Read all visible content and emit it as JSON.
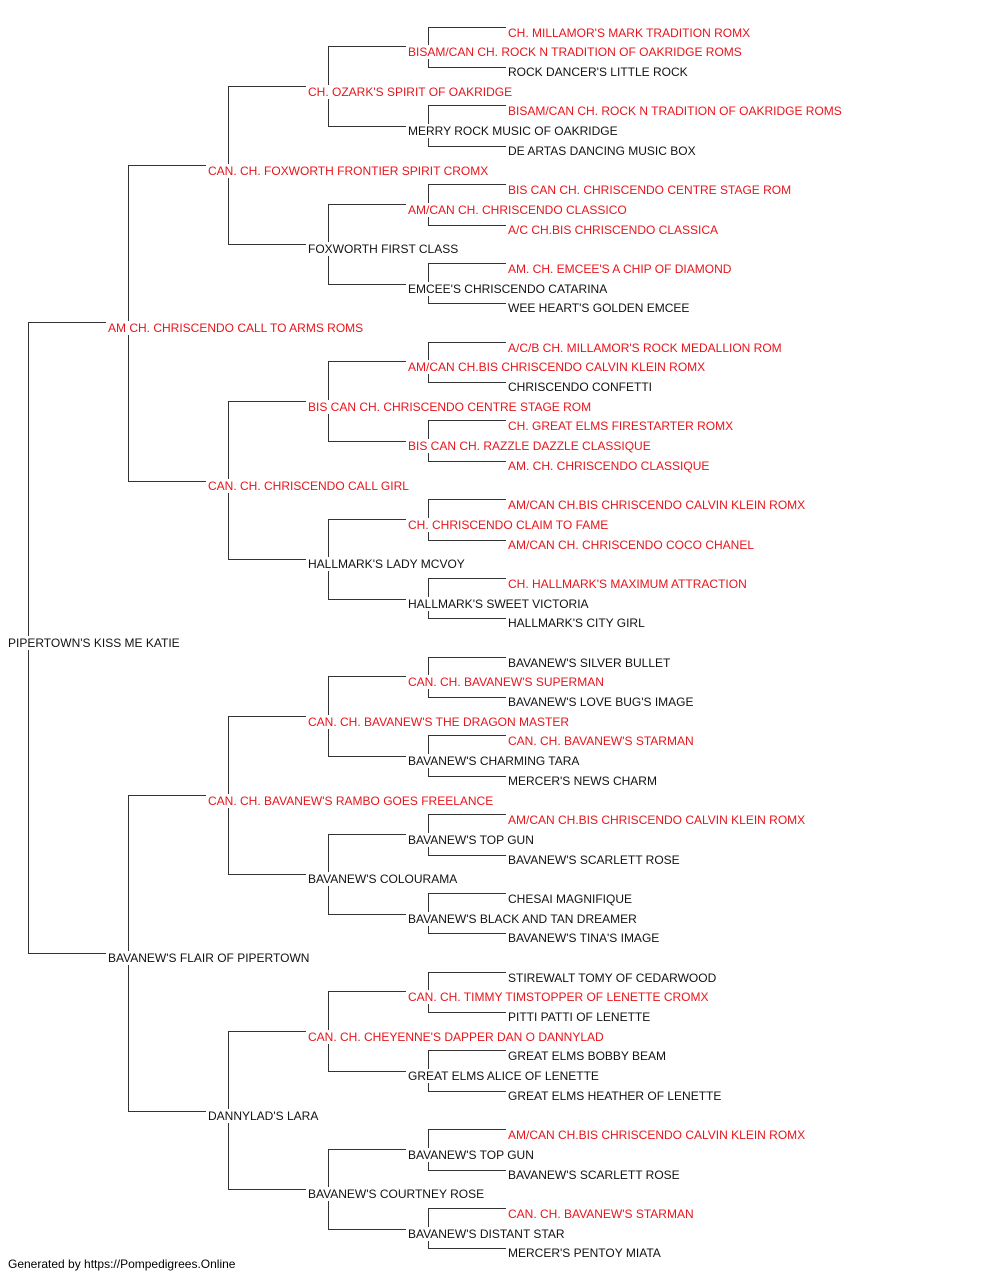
{
  "colors": {
    "champion": "#e8141b",
    "regular": "#111111",
    "line": "#333333"
  },
  "footer": "Generated by https://Pompedigrees.Online",
  "pedigree": {
    "name": "PIPERTOWN'S KISS ME KATIE",
    "champion": false,
    "sire": {
      "name": "AM CH. CHRISCENDO CALL TO ARMS ROMS",
      "champion": true,
      "sire": {
        "name": "CAN. CH. FOXWORTH FRONTIER SPIRIT CROMX",
        "champion": true,
        "sire": {
          "name": "CH. OZARK'S SPIRIT OF OAKRIDGE",
          "champion": true,
          "sire": {
            "name": "BISAM/CAN CH. ROCK N TRADITION OF OAKRIDGE ROMS",
            "champion": true,
            "sire": {
              "name": "CH. MILLAMOR'S MARK TRADITION ROMX",
              "champion": true
            },
            "dam": {
              "name": "ROCK DANCER'S LITTLE ROCK",
              "champion": false
            }
          },
          "dam": {
            "name": "MERRY ROCK MUSIC OF OAKRIDGE",
            "champion": false,
            "sire": {
              "name": "BISAM/CAN CH. ROCK N TRADITION OF OAKRIDGE ROMS",
              "champion": true
            },
            "dam": {
              "name": "DE ARTAS DANCING MUSIC BOX",
              "champion": false
            }
          }
        },
        "dam": {
          "name": "FOXWORTH FIRST CLASS",
          "champion": false,
          "sire": {
            "name": "AM/CAN CH. CHRISCENDO CLASSICO",
            "champion": true,
            "sire": {
              "name": "BIS CAN CH. CHRISCENDO CENTRE STAGE ROM",
              "champion": true
            },
            "dam": {
              "name": "A/C CH.BIS CHRISCENDO CLASSICA",
              "champion": true
            }
          },
          "dam": {
            "name": "EMCEE'S CHRISCENDO CATARINA",
            "champion": false,
            "sire": {
              "name": "AM. CH. EMCEE'S A CHIP OF DIAMOND",
              "champion": true
            },
            "dam": {
              "name": "WEE HEART'S GOLDEN EMCEE",
              "champion": false
            }
          }
        }
      },
      "dam": {
        "name": "CAN. CH. CHRISCENDO CALL GIRL",
        "champion": true,
        "sire": {
          "name": "BIS CAN CH. CHRISCENDO CENTRE STAGE ROM",
          "champion": true,
          "sire": {
            "name": "AM/CAN CH.BIS CHRISCENDO CALVIN KLEIN ROMX",
            "champion": true,
            "sire": {
              "name": "A/C/B CH. MILLAMOR'S ROCK MEDALLION ROM",
              "champion": true
            },
            "dam": {
              "name": "CHRISCENDO CONFETTI",
              "champion": false
            }
          },
          "dam": {
            "name": "BIS CAN CH. RAZZLE DAZZLE CLASSIQUE",
            "champion": true,
            "sire": {
              "name": "CH. GREAT ELMS FIRESTARTER ROMX",
              "champion": true
            },
            "dam": {
              "name": "AM. CH. CHRISCENDO CLASSIQUE",
              "champion": true
            }
          }
        },
        "dam": {
          "name": "HALLMARK'S LADY MCVOY",
          "champion": false,
          "sire": {
            "name": "CH. CHRISCENDO CLAIM TO FAME",
            "champion": true,
            "sire": {
              "name": "AM/CAN CH.BIS CHRISCENDO CALVIN KLEIN ROMX",
              "champion": true
            },
            "dam": {
              "name": "AM/CAN CH. CHRISCENDO COCO CHANEL",
              "champion": true
            }
          },
          "dam": {
            "name": "HALLMARK'S SWEET VICTORIA",
            "champion": false,
            "sire": {
              "name": "CH. HALLMARK'S MAXIMUM ATTRACTION",
              "champion": true
            },
            "dam": {
              "name": "HALLMARK'S CITY GIRL",
              "champion": false
            }
          }
        }
      }
    },
    "dam": {
      "name": "BAVANEW'S FLAIR OF PIPERTOWN",
      "champion": false,
      "sire": {
        "name": "CAN. CH. BAVANEW'S RAMBO GOES FREELANCE",
        "champion": true,
        "sire": {
          "name": "CAN. CH. BAVANEW'S THE DRAGON MASTER",
          "champion": true,
          "sire": {
            "name": "CAN. CH. BAVANEW'S SUPERMAN",
            "champion": true,
            "sire": {
              "name": "BAVANEW'S SILVER BULLET",
              "champion": false
            },
            "dam": {
              "name": "BAVANEW'S LOVE BUG'S IMAGE",
              "champion": false
            }
          },
          "dam": {
            "name": "BAVANEW'S CHARMING TARA",
            "champion": false,
            "sire": {
              "name": "CAN. CH. BAVANEW'S STARMAN",
              "champion": true
            },
            "dam": {
              "name": "MERCER'S NEWS CHARM",
              "champion": false
            }
          }
        },
        "dam": {
          "name": "BAVANEW'S COLOURAMA",
          "champion": false,
          "sire": {
            "name": "BAVANEW'S TOP GUN",
            "champion": false,
            "sire": {
              "name": "AM/CAN CH.BIS CHRISCENDO CALVIN KLEIN ROMX",
              "champion": true
            },
            "dam": {
              "name": "BAVANEW'S SCARLETT ROSE",
              "champion": false
            }
          },
          "dam": {
            "name": "BAVANEW'S BLACK AND TAN DREAMER",
            "champion": false,
            "sire": {
              "name": "CHESAI MAGNIFIQUE",
              "champion": false
            },
            "dam": {
              "name": "BAVANEW'S TINA'S IMAGE",
              "champion": false
            }
          }
        }
      },
      "dam": {
        "name": "DANNYLAD'S LARA",
        "champion": false,
        "sire": {
          "name": "CAN. CH. CHEYENNE'S DAPPER DAN O DANNYLAD",
          "champion": true,
          "sire": {
            "name": "CAN. CH. TIMMY TIMSTOPPER OF LENETTE CROMX",
            "champion": true,
            "sire": {
              "name": "STIREWALT TOMY OF CEDARWOOD",
              "champion": false
            },
            "dam": {
              "name": "PITTI PATTI OF LENETTE",
              "champion": false
            }
          },
          "dam": {
            "name": "GREAT ELMS ALICE OF LENETTE",
            "champion": false,
            "sire": {
              "name": "GREAT ELMS BOBBY BEAM",
              "champion": false
            },
            "dam": {
              "name": "GREAT ELMS HEATHER OF LENETTE",
              "champion": false
            }
          }
        },
        "dam": {
          "name": "BAVANEW'S COURTNEY ROSE",
          "champion": false,
          "sire": {
            "name": "BAVANEW'S TOP GUN",
            "champion": false,
            "sire": {
              "name": "AM/CAN CH.BIS CHRISCENDO CALVIN KLEIN ROMX",
              "champion": true
            },
            "dam": {
              "name": "BAVANEW'S SCARLETT ROSE",
              "champion": false
            }
          },
          "dam": {
            "name": "BAVANEW'S DISTANT STAR",
            "champion": false,
            "sire": {
              "name": "CAN. CH. BAVANEW'S STARMAN",
              "champion": true
            },
            "dam": {
              "name": "MERCER'S PENTOY MIATA",
              "champion": false
            }
          }
        }
      }
    }
  }
}
